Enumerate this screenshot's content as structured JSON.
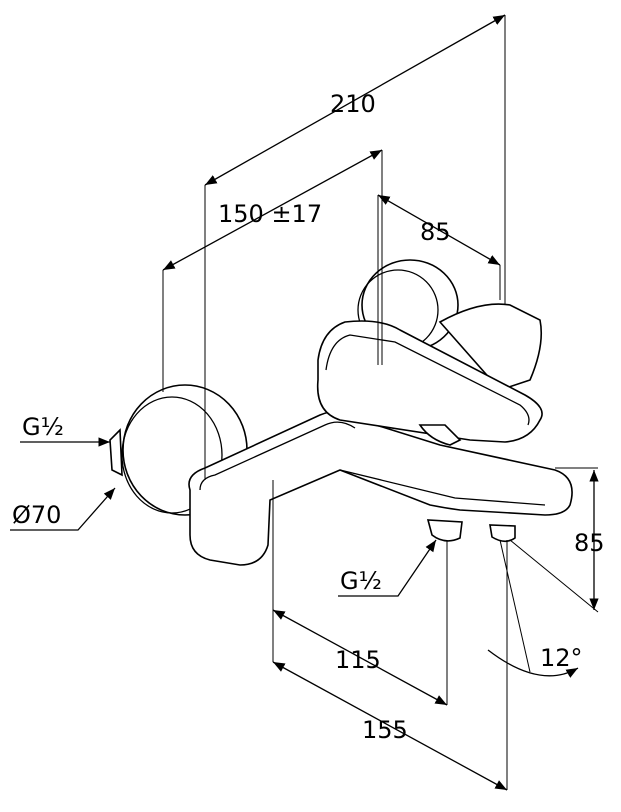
{
  "title": "Bath mixer dimension drawing",
  "dimensions": {
    "overall_depth": "210",
    "wall_distance": "150 ±17",
    "lever_offset": "85",
    "height": "85",
    "inlet_thread": "G½",
    "rosette_diameter": "Ø70",
    "outlet_thread": "G½",
    "outlet_offset": "115",
    "spout_length": "155",
    "spout_angle": "12°"
  },
  "colors": {
    "line": "#000000",
    "background": "#ffffff"
  }
}
